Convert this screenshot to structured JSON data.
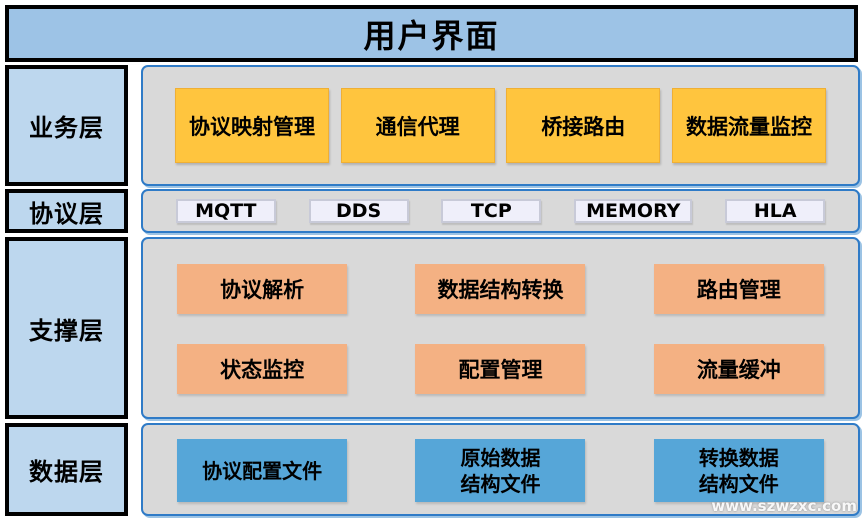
{
  "banner": {
    "title": "用户界面"
  },
  "watermark": {
    "text": "www.szwzxc.com"
  },
  "colors": {
    "banner_bg": "#9DC3E6",
    "layer_label_bg": "#BDD7EE",
    "panel_bg": "#D9D9D9",
    "panel_border_blue": "#2F7BC7",
    "business_box_bg": "#FFC53E",
    "protocol_box_bg": "#EFEFFA",
    "support_box_bg": "#F4B183",
    "data_box_bg": "#56A6D8",
    "border_black": "#000000"
  },
  "layers": {
    "business": {
      "label": "业务层",
      "boxes": [
        "协议映射管理",
        "通信代理",
        "桥接路由",
        "数据流量监控"
      ]
    },
    "protocol": {
      "label": "协议层",
      "boxes": [
        "MQTT",
        "DDS",
        "TCP",
        "MEMORY",
        "HLA"
      ]
    },
    "support": {
      "label": "支撑层",
      "boxes": [
        "协议解析",
        "数据结构转换",
        "路由管理",
        "状态监控",
        "配置管理",
        "流量缓冲"
      ]
    },
    "data": {
      "label": "数据层",
      "boxes": [
        "协议配置文件",
        "原始数据\n结构文件",
        "转换数据\n结构文件"
      ]
    }
  }
}
